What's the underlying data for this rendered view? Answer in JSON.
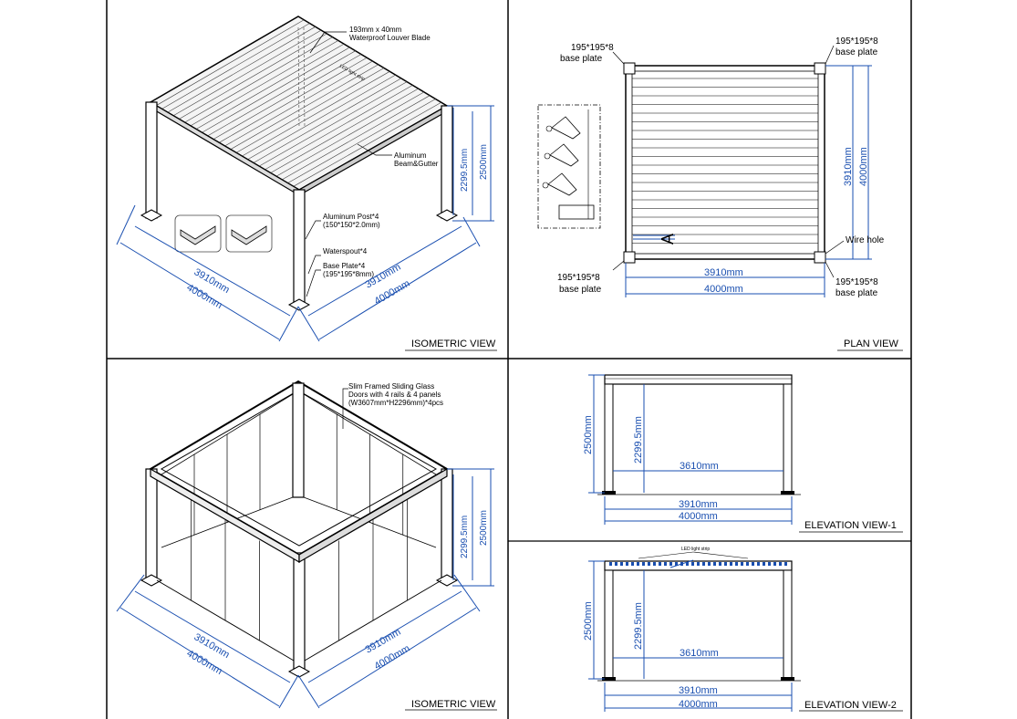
{
  "views": {
    "iso1": {
      "title": "ISOMETRIC VIEW",
      "louver_note_1": "193mm x 40mm",
      "louver_note_2": "Waterproof Louver Blade",
      "beam_note_1": "Aluminum",
      "beam_note_2": "Beam&Gutter",
      "post_note_1": "Aluminum Post*4",
      "post_note_2": "(150*150*2.0mm)",
      "spout_note": "Waterspout*4",
      "base_note_1": "Base Plate*4",
      "base_note_2": "(195*195*8mm)",
      "dim_h1": "2299.5mm",
      "dim_h2": "2500mm",
      "dim_l1": "3910mm",
      "dim_l2": "4000mm",
      "dim_r1": "3910mm",
      "dim_r2": "4000mm",
      "led_label": "LED light strip"
    },
    "plan": {
      "title": "PLAN VIEW",
      "plate_tl_1": "195*195*8",
      "plate_tl_2": "base plate",
      "plate_tr_1": "195*195*8",
      "plate_tr_2": "base plate",
      "plate_bl_1": "195*195*8",
      "plate_bl_2": "base plate",
      "plate_br_1": "195*195*8",
      "plate_br_2": "base plate",
      "wire_hole": "Wire hole",
      "section_mark": "A",
      "dim_w1": "3910mm",
      "dim_w2": "4000mm",
      "dim_d1": "3910mm",
      "dim_d2": "4000mm"
    },
    "iso2": {
      "title": "ISOMETRIC VIEW",
      "door_note_1": "Slim Framed Sliding Glass",
      "door_note_2": "Doors with 4 rails & 4 panels",
      "door_note_3": "(W3607mm*H2296mm)*4pcs",
      "dim_h1": "2299.5mm",
      "dim_h2": "2500mm",
      "dim_l1": "3910mm",
      "dim_l2": "4000mm",
      "dim_r1": "3910mm",
      "dim_r2": "4000mm"
    },
    "elev1": {
      "title": "ELEVATION VIEW-1",
      "dim_h2": "2500mm",
      "dim_h1": "2299.5mm",
      "dim_in": "3610mm",
      "dim_w1": "3910mm",
      "dim_w2": "4000mm"
    },
    "elev2": {
      "title": "ELEVATION VIEW-2",
      "led_label": "LED light strip",
      "dim_h2": "2500mm",
      "dim_h1": "2299.5mm",
      "dim_in": "3610mm",
      "dim_w1": "3910mm",
      "dim_w2": "4000mm"
    }
  },
  "colors": {
    "dimension": "#1a4fb0",
    "line": "#000000"
  }
}
